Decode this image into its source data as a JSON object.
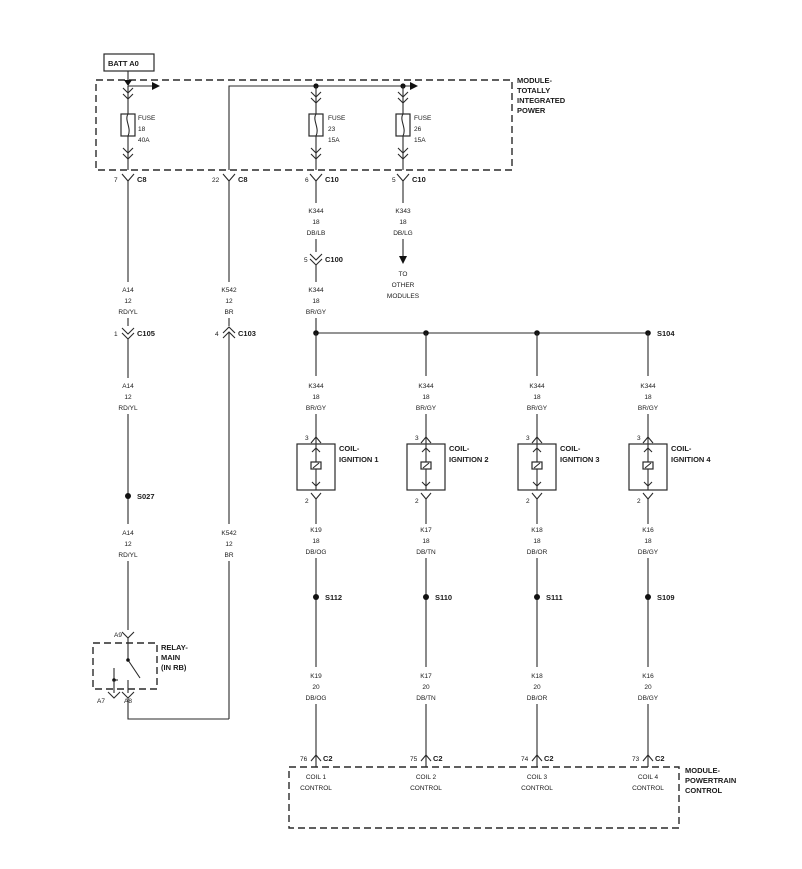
{
  "batt": "BATT A0",
  "tipm": {
    "l1": "MODULE-",
    "l2": "TOTALLY",
    "l3": "INTEGRATED",
    "l4": "POWER"
  },
  "fuse1": {
    "name": "FUSE",
    "num": "18",
    "amp": "40A"
  },
  "fuse2": {
    "name": "FUSE",
    "num": "23",
    "amp": "15A"
  },
  "fuse3": {
    "name": "FUSE",
    "num": "26",
    "amp": "15A"
  },
  "c8a": {
    "pin": "7",
    "name": "C8"
  },
  "c8b": {
    "pin": "22",
    "name": "C8"
  },
  "c10a": {
    "pin": "6",
    "name": "C10"
  },
  "c10b": {
    "pin": "5",
    "name": "C10"
  },
  "w_k344a": {
    "c": "K344",
    "g": "18",
    "col": "DB/LB"
  },
  "w_k343": {
    "c": "K343",
    "g": "18",
    "col": "DB/LG"
  },
  "c100": {
    "pin": "5",
    "name": "C100"
  },
  "other": {
    "l1": "TO",
    "l2": "OTHER",
    "l3": "MODULES"
  },
  "w_k344b": {
    "c": "K344",
    "g": "18",
    "col": "BR/GY"
  },
  "w_a14a": {
    "c": "A14",
    "g": "12",
    "col": "RD/YL"
  },
  "w_k542a": {
    "c": "K542",
    "g": "12",
    "col": "BR"
  },
  "c105": {
    "pin": "1",
    "name": "C105"
  },
  "c103": {
    "pin": "4",
    "name": "C103"
  },
  "w_a14b": {
    "c": "A14",
    "g": "12",
    "col": "RD/YL"
  },
  "s104": "S104",
  "s027": "S027",
  "w_a14c": {
    "c": "A14",
    "g": "12",
    "col": "RD/YL"
  },
  "w_k542b": {
    "c": "K542",
    "g": "12",
    "col": "BR"
  },
  "relay": {
    "a9": "A9",
    "l1": "RELAY-",
    "l2": "MAIN",
    "l3": "(IN RB)",
    "a7": "A7",
    "a8": "A8"
  },
  "coils": [
    {
      "top": {
        "c": "K344",
        "g": "18",
        "col": "BR/GY"
      },
      "p3": "3",
      "label1": "COIL-",
      "label2": "IGNITION 1",
      "p2": "2",
      "mid": {
        "c": "K19",
        "g": "18",
        "col": "DB/OG"
      },
      "splice": "S112",
      "bot": {
        "c": "K19",
        "g": "20",
        "col": "DB/OG"
      },
      "pin": "76",
      "conn": "C2",
      "ctl1": "COIL 1",
      "ctl2": "CONTROL"
    },
    {
      "top": {
        "c": "K344",
        "g": "18",
        "col": "BR/GY"
      },
      "p3": "3",
      "label1": "COIL-",
      "label2": "IGNITION 2",
      "p2": "2",
      "mid": {
        "c": "K17",
        "g": "18",
        "col": "DB/TN"
      },
      "splice": "S110",
      "bot": {
        "c": "K17",
        "g": "20",
        "col": "DB/TN"
      },
      "pin": "75",
      "conn": "C2",
      "ctl1": "COIL 2",
      "ctl2": "CONTROL"
    },
    {
      "top": {
        "c": "K344",
        "g": "18",
        "col": "BR/GY"
      },
      "p3": "3",
      "label1": "COIL-",
      "label2": "IGNITION 3",
      "p2": "2",
      "mid": {
        "c": "K18",
        "g": "18",
        "col": "DB/OR"
      },
      "splice": "S111",
      "bot": {
        "c": "K18",
        "g": "20",
        "col": "DB/OR"
      },
      "pin": "74",
      "conn": "C2",
      "ctl1": "COIL 3",
      "ctl2": "CONTROL"
    },
    {
      "top": {
        "c": "K344",
        "g": "18",
        "col": "BR/GY"
      },
      "p3": "3",
      "label1": "COIL-",
      "label2": "IGNITION 4",
      "p2": "2",
      "mid": {
        "c": "K16",
        "g": "18",
        "col": "DB/GY"
      },
      "splice": "S109",
      "bot": {
        "c": "K16",
        "g": "20",
        "col": "DB/GY"
      },
      "pin": "73",
      "conn": "C2",
      "ctl1": "COIL 4",
      "ctl2": "CONTROL"
    }
  ],
  "pcm": {
    "l1": "MODULE-",
    "l2": "POWERTRAIN",
    "l3": "CONTROL"
  }
}
